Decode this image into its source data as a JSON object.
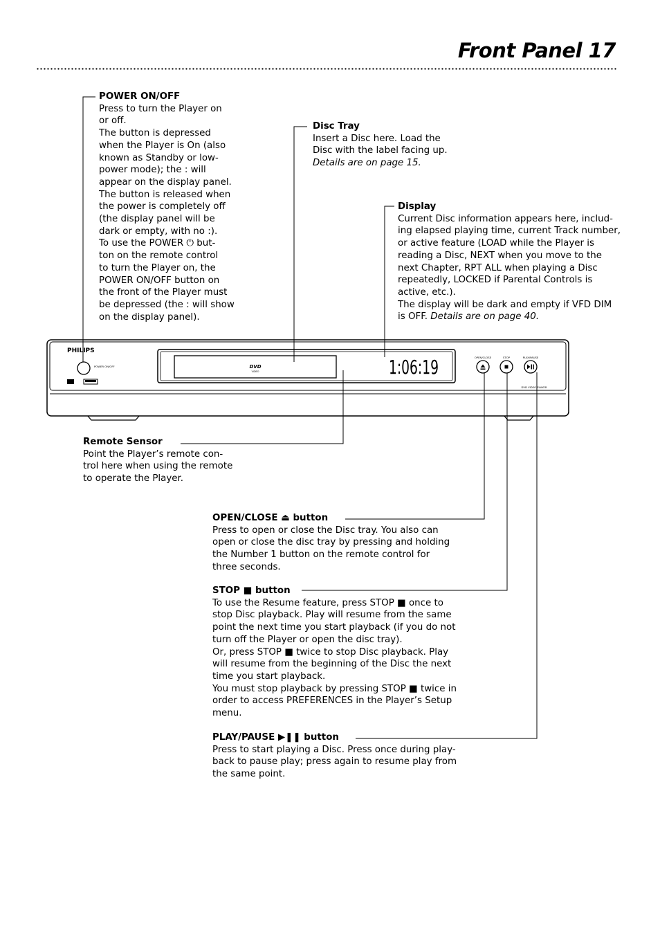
{
  "page": {
    "title": "Front Panel  17"
  },
  "device": {
    "brand": "PHILIPS",
    "power_label": "POWER ON/OFF",
    "display_time": "1:06:19",
    "dvd_logo": "DVD",
    "dvd_sub": "VIDEO",
    "btn_open_label": "OPEN/CLOSE",
    "btn_stop_label": "STOP",
    "btn_play_label": "PLAY/PAUSE",
    "model_label": "DVD VIDEO PLAYER"
  },
  "power": {
    "heading": "POWER ON/OFF",
    "lines": [
      "Press to turn the Player on",
      "or off.",
      "The button is depressed",
      "when the Player is On (also",
      "known as Standby or low-",
      "power mode); the : will",
      "appear on the display panel.",
      "The button is released when",
      "the power is completely off",
      "(the display panel will be",
      "dark or empty, with no :).",
      "To use the POWER ⏻ but-",
      "ton on the remote control",
      "to turn the Player on, the",
      "POWER ON/OFF button on",
      "the front of the Player must",
      "be depressed (the : will show",
      "on the display panel)."
    ]
  },
  "disc_tray": {
    "heading": "Disc Tray",
    "lines": [
      "Insert a Disc here. Load the",
      "Disc with the label facing up."
    ],
    "ref": "Details are on page 15."
  },
  "display": {
    "heading": "Display",
    "lines": [
      "Current Disc information appears here, includ-",
      "ing elapsed playing time, current Track number,",
      "or active feature (LOAD while the Player is",
      "reading a Disc, NEXT when you move to the",
      "next Chapter, RPT ALL when playing a Disc",
      "repeatedly, LOCKED if Parental Controls is",
      "active, etc.).",
      "The display will be dark and empty if VFD DIM"
    ],
    "last_line": "is OFF. ",
    "ref": "Details are on page 40."
  },
  "remote_sensor": {
    "heading": "Remote Sensor",
    "lines": [
      "Point the Player’s remote con-",
      "trol here when using the remote",
      "to operate the Player."
    ]
  },
  "open_close": {
    "heading": "OPEN/CLOSE ⏏ button",
    "lines": [
      "Press to open or close the Disc tray. You also can",
      "open or close the disc tray by pressing and holding",
      "the Number 1 button on the remote control for",
      "three seconds."
    ]
  },
  "stop": {
    "heading": "STOP ■ button",
    "lines": [
      "To use the Resume feature, press STOP ■ once to",
      "stop Disc playback. Play will resume from the same",
      "point the next time you start playback (if you do not",
      "turn off the Player or open the disc tray).",
      "Or, press STOP ■ twice to stop Disc playback. Play",
      "will resume from the beginning of the Disc the next",
      "time you start playback.",
      "You must stop playback by pressing STOP ■ twice in",
      "order to access PREFERENCES in the Player’s Setup",
      "menu."
    ]
  },
  "play_pause": {
    "heading": "PLAY/PAUSE ▶❚❚ button",
    "lines": [
      "Press to start playing a Disc. Press once during play-",
      "back to pause play; press again to resume play from",
      "the same point."
    ]
  }
}
